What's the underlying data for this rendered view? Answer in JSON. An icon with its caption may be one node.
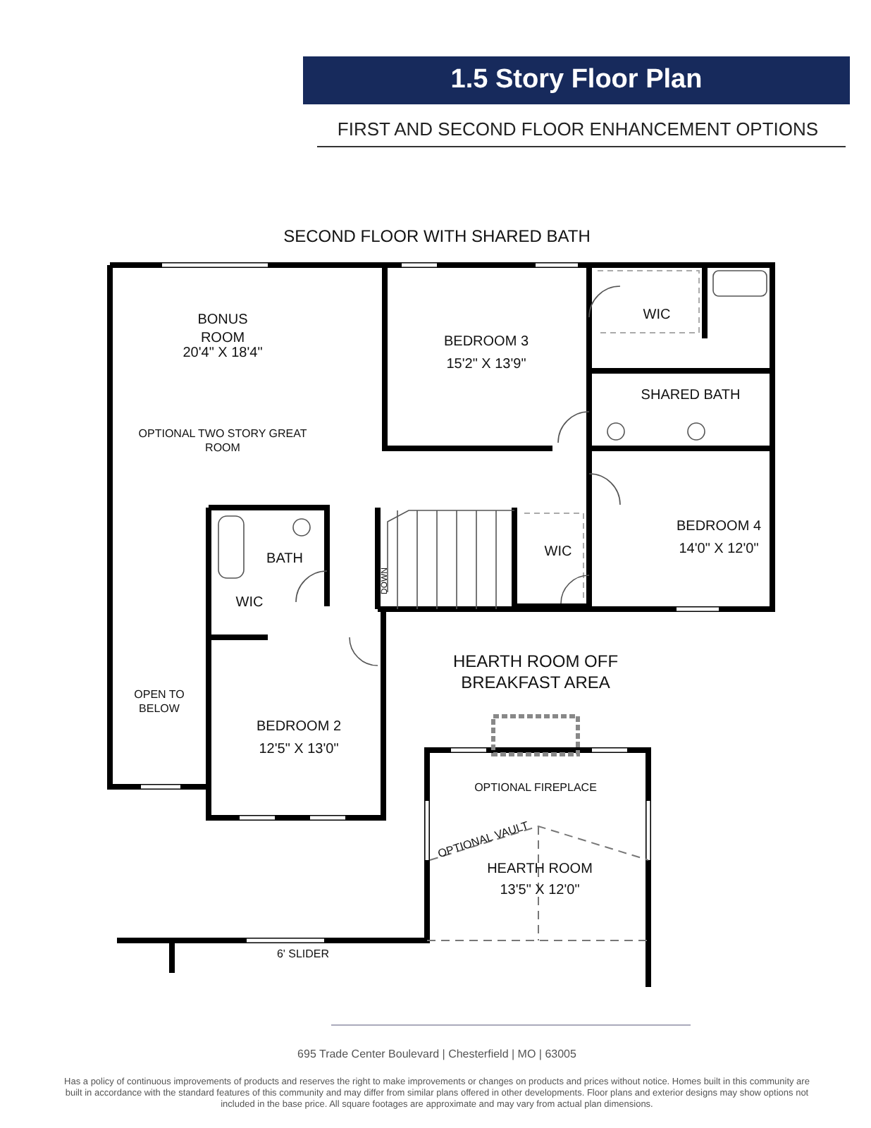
{
  "diagram": {
    "title": "1.5 Story Floor Plan",
    "labels": [
      "FIRST AND SECOND FLOOR ENHANCEMENT OPTIONS",
      "SECOND FLOOR WITH SHARED BATH",
      "BONUS ROOM",
      "20'4\" X 18'4\"",
      "BEDROOM 3",
      "15'2\" X 13'9\"",
      "WIC",
      "SHARED BATH",
      "OPTIONAL TWO STORY GREAT ROOM",
      "BEDROOM 4",
      "14'0\" X 12'0\"",
      "BATH",
      "DOWN",
      "WIC",
      "WIC",
      "HEARTH ROOM OFF BREAKFAST AREA",
      "OPEN TO BELOW",
      "BEDROOM 2",
      "12'5\" X 13'0\"",
      "OPTIONAL FIREPLACE",
      "OPTIONAL VAULT",
      "HEARTH ROOM",
      "13'5\" X 12'0\"",
      "6' SLIDER",
      "695 Trade Center Boulevard | Chesterfield | MO | 63005",
      "Has a policy of continuous improvements of products and reserves the right to make improvements or changes on products and prices without notice. Homes built in this community are built in accordance with the standard features of this community and may differ from similar plans offered in other developments. Floor plans and exterior designs may show options not included in the base price. All square footages are approximate and may vary from actual plan dimensions."
    ]
  }
}
